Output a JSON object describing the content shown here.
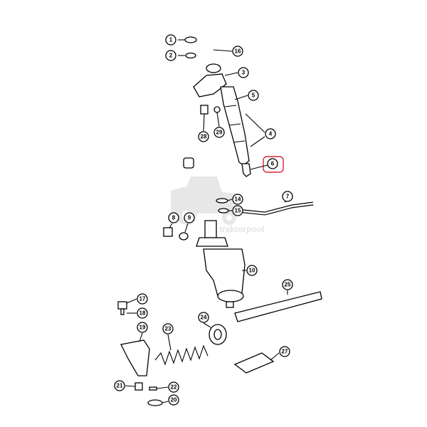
{
  "diagram": {
    "callouts": [
      {
        "label": "1"
      },
      {
        "label": "2"
      },
      {
        "label": "16"
      },
      {
        "label": "3"
      },
      {
        "label": "5"
      },
      {
        "label": "28"
      },
      {
        "label": "29"
      },
      {
        "label": "4"
      },
      {
        "label": "6"
      },
      {
        "label": "14"
      },
      {
        "label": "15"
      },
      {
        "label": "7"
      },
      {
        "label": "8"
      },
      {
        "label": "9"
      },
      {
        "label": "10"
      },
      {
        "label": "25"
      },
      {
        "label": "17"
      },
      {
        "label": "18"
      },
      {
        "label": "19"
      },
      {
        "label": "24"
      },
      {
        "label": "23"
      },
      {
        "label": "27"
      },
      {
        "label": "21"
      },
      {
        "label": "22"
      },
      {
        "label": "20"
      }
    ],
    "highlight_color": "#d9263a",
    "watermark": {
      "text": "traktorpool"
    }
  }
}
